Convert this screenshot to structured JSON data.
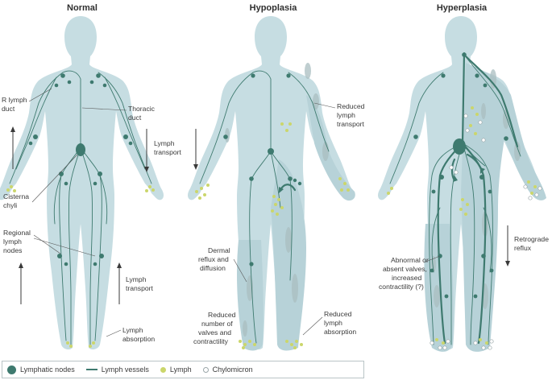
{
  "panels": {
    "normal": {
      "title": "Normal",
      "labels": {
        "r_lymph_duct": [
          "R lymph",
          "duct"
        ],
        "thoracic_duct": [
          "Thoracic",
          "duct"
        ],
        "lymph_transport_upper": [
          "Lymph",
          "transport"
        ],
        "cisterna_chyli": [
          "Cisterna",
          "chyli"
        ],
        "regional_nodes": [
          "Regional",
          "lymph",
          "nodes"
        ],
        "lymph_transport_lower": [
          "Lymph",
          "transport"
        ],
        "lymph_absorption": [
          "Lymph",
          "absorption"
        ]
      }
    },
    "hypoplasia": {
      "title": "Hypoplasia",
      "labels": {
        "reduced_transport": [
          "Reduced",
          "lymph",
          "transport"
        ],
        "dermal_reflux": [
          "Dermal",
          "reflux and",
          "diffusion"
        ],
        "reduced_valves": [
          "Reduced",
          "number of",
          "valves and",
          "contractility"
        ],
        "reduced_absorption": [
          "Reduced",
          "lymph",
          "absorption"
        ]
      }
    },
    "hyperplasia": {
      "title": "Hyperplasia",
      "labels": {
        "retrograde_reflux": [
          "Retrograde",
          "reflux"
        ],
        "abnormal_valves": [
          "Abnormal or",
          "absent valves,",
          "increased",
          "contractility (?)"
        ]
      }
    }
  },
  "legend": {
    "nodes": "Lymphatic nodes",
    "vessels": "Lymph vessels",
    "lymph": "Lymph",
    "chylomicron": "Chylomicron"
  },
  "colors": {
    "body": "#c6dde2",
    "node": "#3e7a6f",
    "lymph": "#cbd66b",
    "chylomicron": "#ffffff"
  }
}
